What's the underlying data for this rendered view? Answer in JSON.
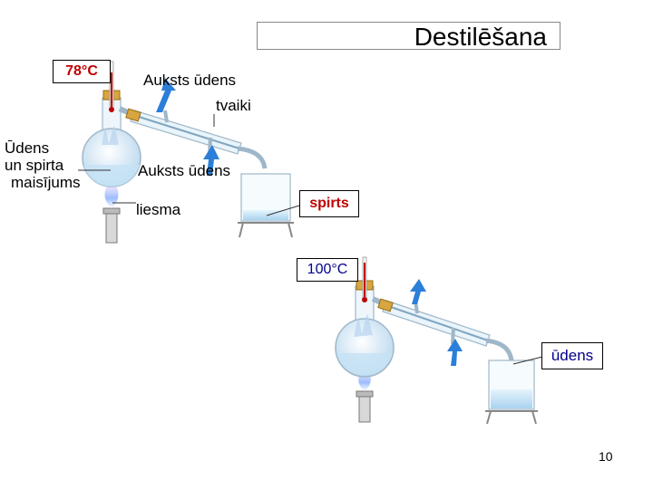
{
  "title": "Destilēšana",
  "top_apparatus": {
    "thermometer_reading": "78°C",
    "cold_water_top": "Auksts ūdens",
    "vapor": "tvaiki",
    "mixture_lines": [
      "Ūdens",
      "un spirta",
      "maisījums"
    ],
    "cold_water_bottom": "Auksts ūdens",
    "flame": "liesma",
    "product": "spirts"
  },
  "bottom_apparatus": {
    "thermometer_reading": "100°C",
    "product": "ūdens"
  },
  "page_number": "10",
  "colors": {
    "arrow": "#2b7fd9",
    "water": "#cfe8f8",
    "red_text": "#c00000",
    "blue_text": "#00008b"
  }
}
